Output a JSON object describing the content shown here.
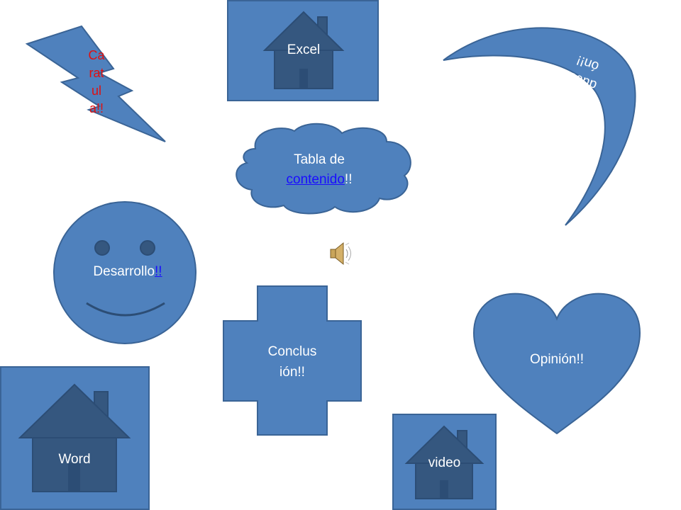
{
  "slide": {
    "caratula": {
      "text": "Ca\nrat\nul\na!!"
    },
    "excel": {
      "label": "Excel"
    },
    "introduccion": {
      "text": "Intro\nducci\nón!!"
    },
    "tabla": {
      "prefix": "Tabla de",
      "link": "contenido",
      "suffix": "!!"
    },
    "desarrollo": {
      "text": "Desarrollo",
      "link": "!!"
    },
    "conclusion": {
      "text": "Conclus\nión!!"
    },
    "opinion": {
      "text": "Opinión!!"
    },
    "word": {
      "label": "Word"
    },
    "video": {
      "label": "video"
    },
    "sound": {
      "icon": "speaker-icon"
    }
  },
  "colors": {
    "fill": "#4f81bd",
    "stroke": "#3a6496",
    "house": "#35577f",
    "outline": "#2c4d75",
    "link": "#1a0dff",
    "red": "#e01010"
  }
}
